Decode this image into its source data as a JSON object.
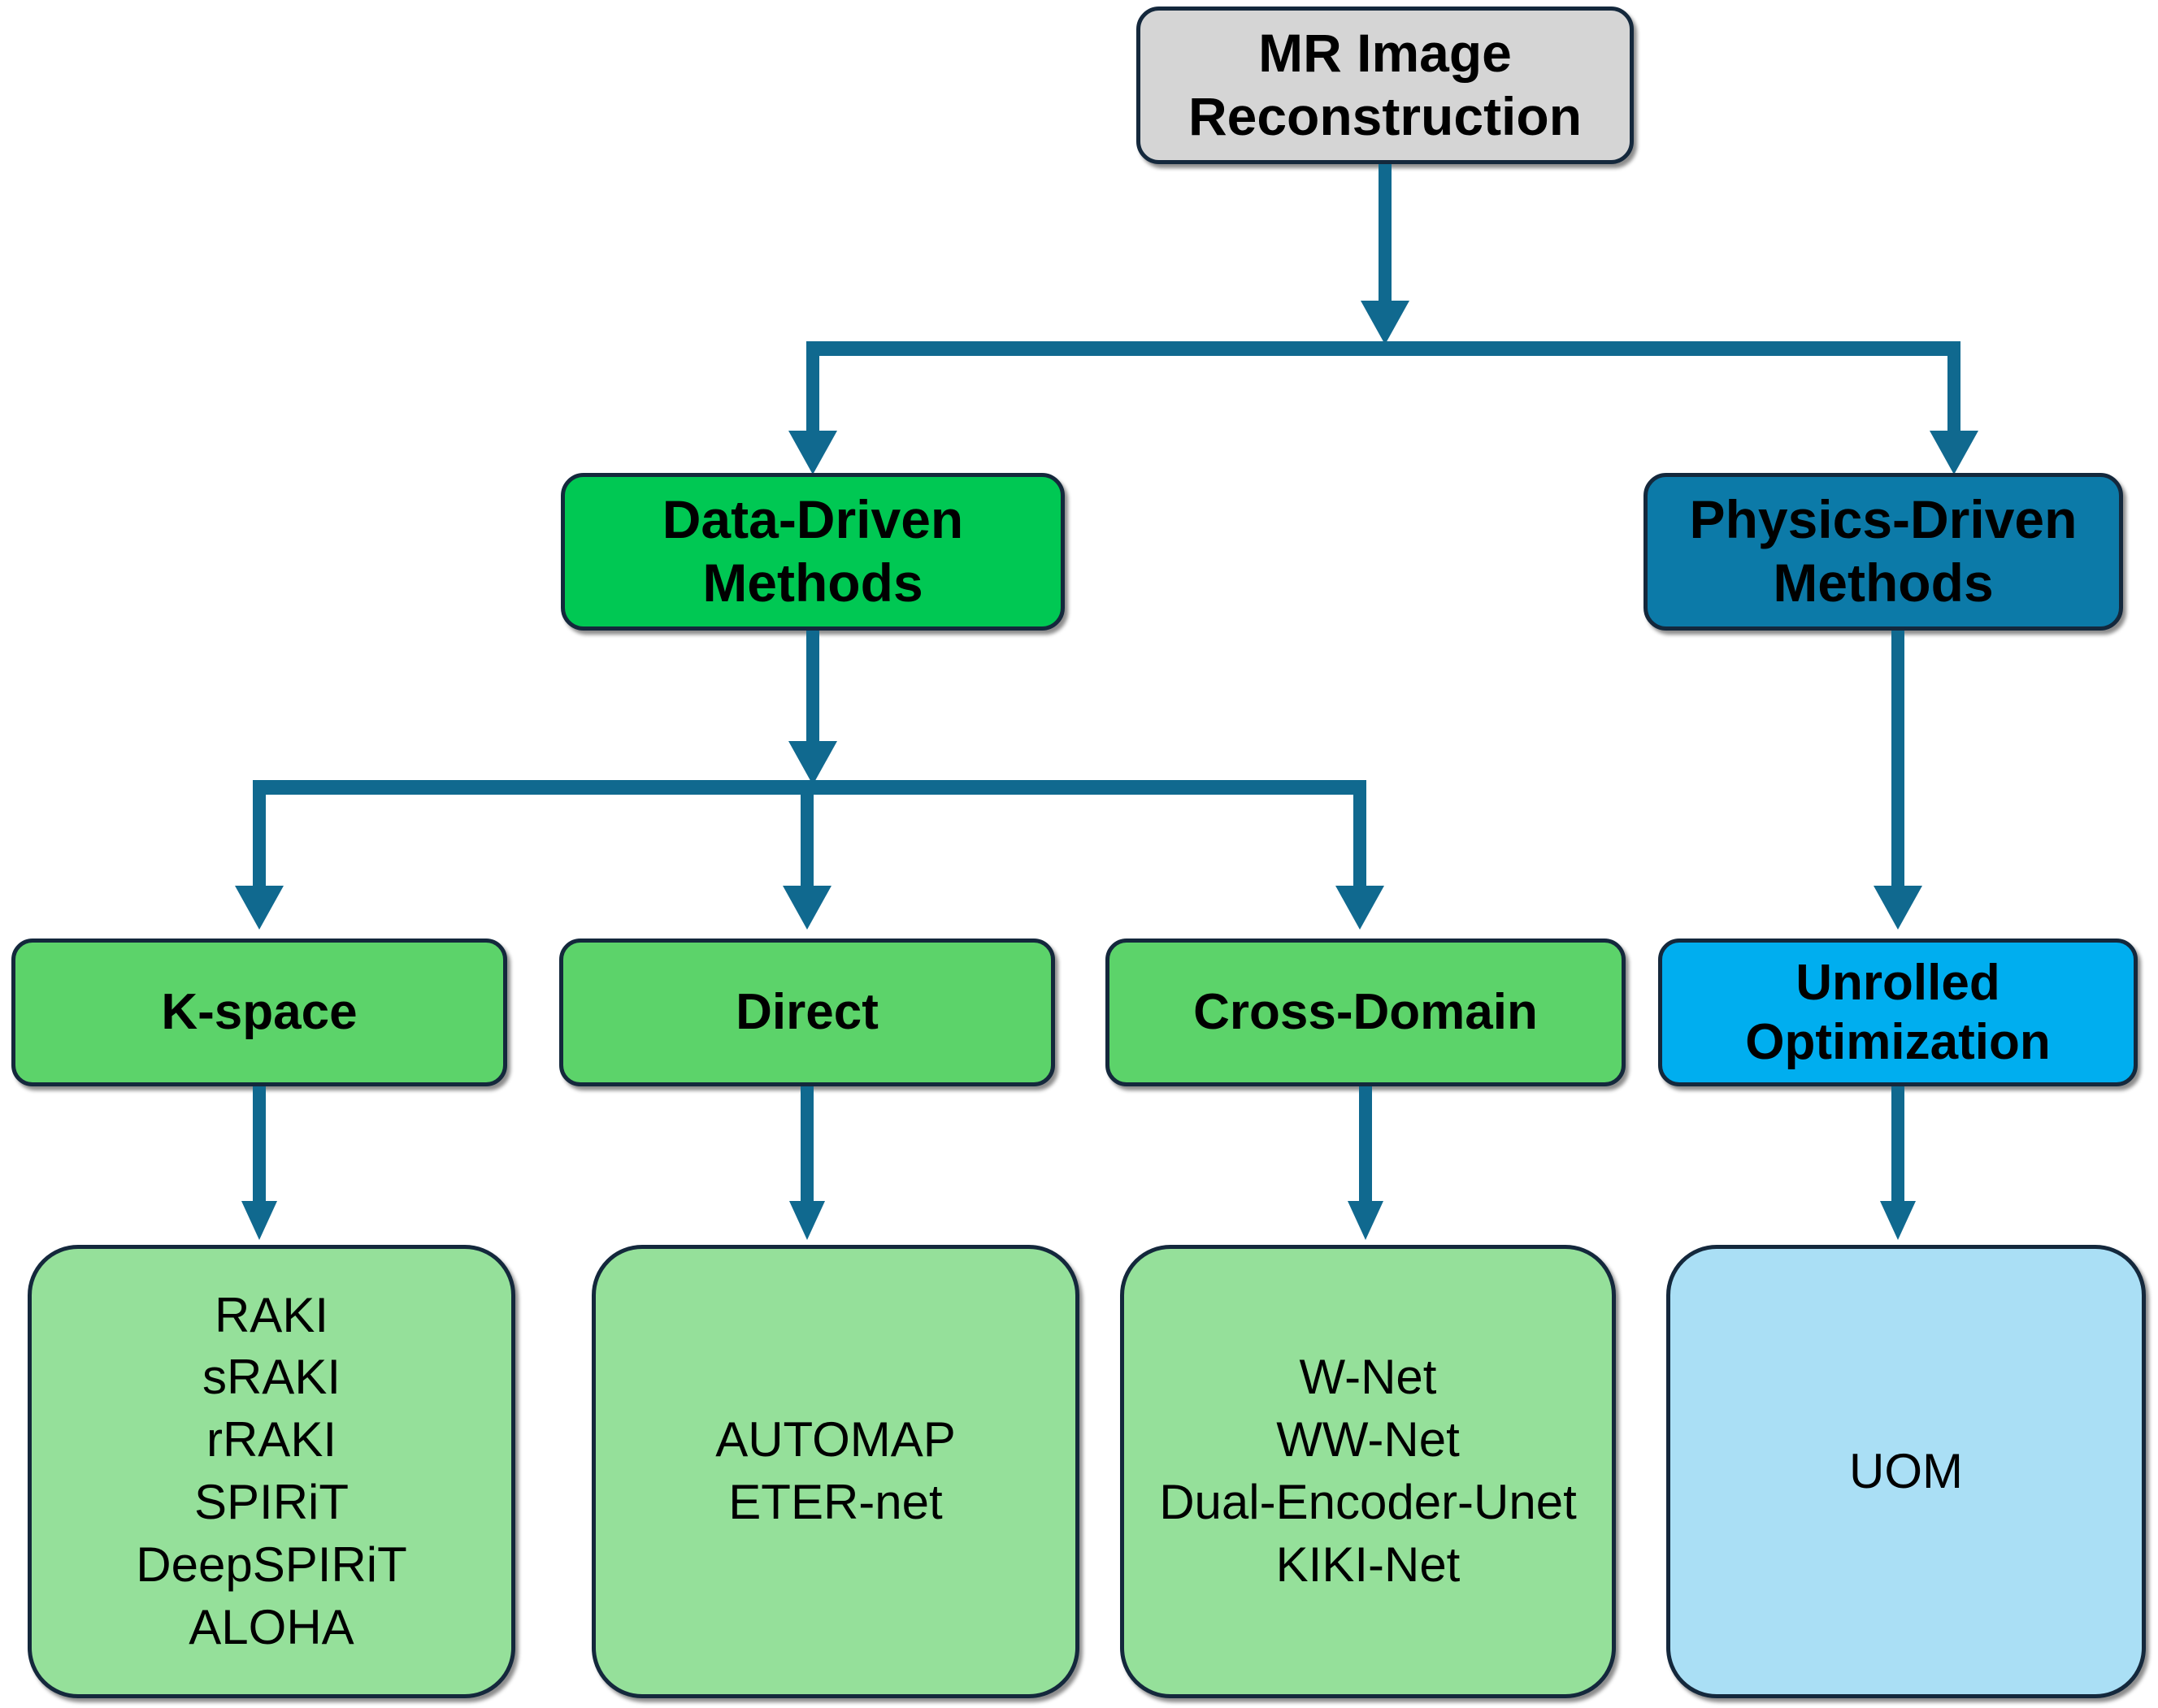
{
  "diagram": {
    "title": "MR Image Reconstruction taxonomy",
    "colors": {
      "root_fill": "#d5d5d5",
      "data_driven_fill": "#00c853",
      "physics_driven_fill": "#0c7aa8",
      "tier3_green_fill": "#5cd36a",
      "tier3_blue_fill": "#00aeef",
      "leaf_green_fill": "#95e09a",
      "leaf_blue_fill": "#aadff5",
      "border": "#14283c",
      "connector": "#10698f"
    },
    "root": {
      "line1": "MR Image",
      "line2": "Reconstruction"
    },
    "branches": [
      {
        "id": "data-driven",
        "line1": "Data-Driven",
        "line2": "Methods"
      },
      {
        "id": "physics-driven",
        "line1": "Physics-Driven",
        "line2": "Methods"
      }
    ],
    "categories": [
      {
        "id": "k-space",
        "line1": "K-space",
        "line2": "",
        "methods": [
          "RAKI",
          "sRAKI",
          "rRAKI",
          "SPIRiT",
          "DeepSPIRiT",
          "ALOHA"
        ]
      },
      {
        "id": "direct",
        "line1": "Direct",
        "line2": "",
        "methods": [
          "AUTOMAP",
          "ETER-net"
        ]
      },
      {
        "id": "cross-domain",
        "line1": "Cross-Domain",
        "line2": "",
        "methods": [
          "W-Net",
          "WW-Net",
          "Dual-Encoder-Unet",
          "KIKI-Net"
        ]
      },
      {
        "id": "unrolled-optimization",
        "line1": "Unrolled",
        "line2": "Optimization",
        "methods": [
          "UOM"
        ]
      }
    ]
  }
}
